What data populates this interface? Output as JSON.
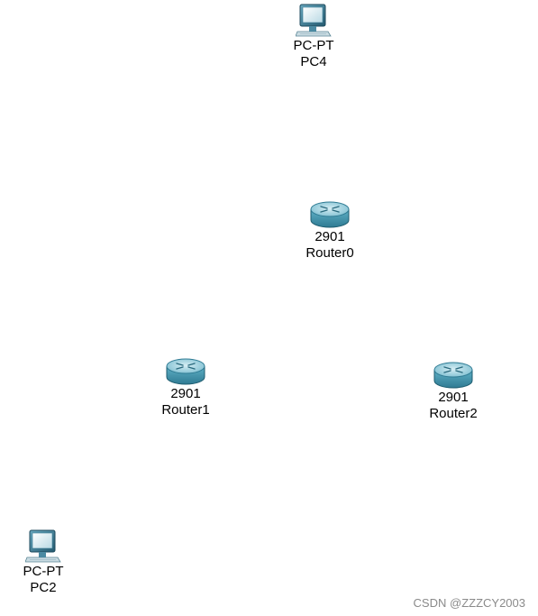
{
  "devices": [
    {
      "id": "pc4",
      "model": "PC-PT",
      "name": "PC4",
      "type": "pc-icon"
    },
    {
      "id": "router0",
      "model": "2901",
      "name": "Router0",
      "type": "router-icon"
    },
    {
      "id": "router1",
      "model": "2901",
      "name": "Router1",
      "type": "router-icon"
    },
    {
      "id": "router2",
      "model": "2901",
      "name": "Router2",
      "type": "router-icon"
    },
    {
      "id": "pc2",
      "model": "PC-PT",
      "name": "PC2",
      "type": "pc-icon"
    }
  ],
  "watermark": "CSDN @ZZZCY2003",
  "colors": {
    "router_body": "#4b9cb5",
    "router_top": "#9fd3e0",
    "pc_monitor": "#2e6f8a",
    "pc_screen": "#e8f3f7",
    "label": "#000000",
    "watermark": "#8a8a8a"
  }
}
